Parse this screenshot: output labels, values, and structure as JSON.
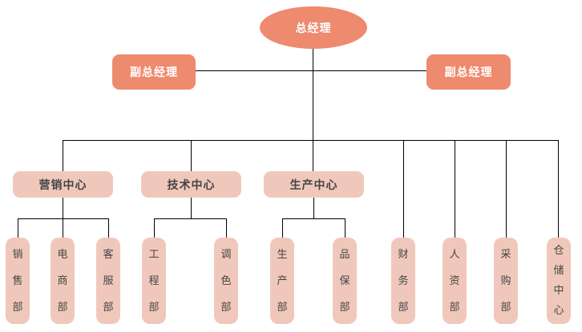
{
  "org": {
    "root": "总经理",
    "deputies": [
      "副总经理",
      "副总经理"
    ],
    "centers": [
      {
        "label": "营销中心",
        "departments": [
          "销售部",
          "电商部",
          "客服部"
        ]
      },
      {
        "label": "技术中心",
        "departments": [
          "工程部",
          "调色部"
        ]
      },
      {
        "label": "生产中心",
        "departments": [
          "生产部",
          "品保部"
        ]
      }
    ],
    "direct_departments": [
      "财务部",
      "人资部",
      "采购部",
      "仓储中心"
    ]
  },
  "colors": {
    "primary": "#ee8a6d",
    "secondary": "#f0c8bb",
    "line": "#000000",
    "text_on_primary": "#ffffff",
    "text_on_secondary": "#454545"
  }
}
